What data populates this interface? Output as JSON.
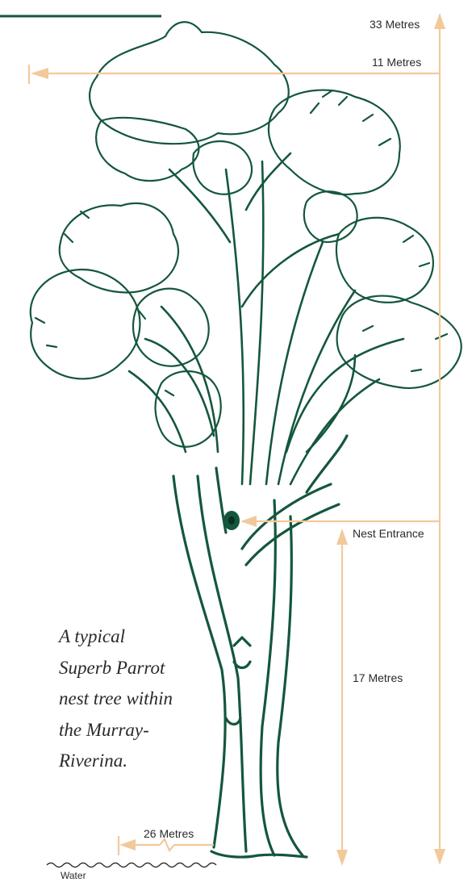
{
  "caption": {
    "lines": [
      "A typical",
      "Superb Parrot",
      "nest tree within",
      "the Murray-",
      "Riverina."
    ]
  },
  "measurements": {
    "height_total": "33 Metres",
    "canopy_width": "11 Metres",
    "nest_entrance": "Nest Entrance",
    "nest_height": "17 Metres",
    "distance_to_water": "26 Metres",
    "water": "Water"
  },
  "colors": {
    "tree": "#14573c",
    "arrow": "#f2c99b",
    "rule": "#14573c",
    "text": "#2a2a2a"
  },
  "icons": {
    "tree": "eucalyptus-tree-illustration",
    "nest": "nest-hollow-icon",
    "water": "water-wave-line"
  }
}
